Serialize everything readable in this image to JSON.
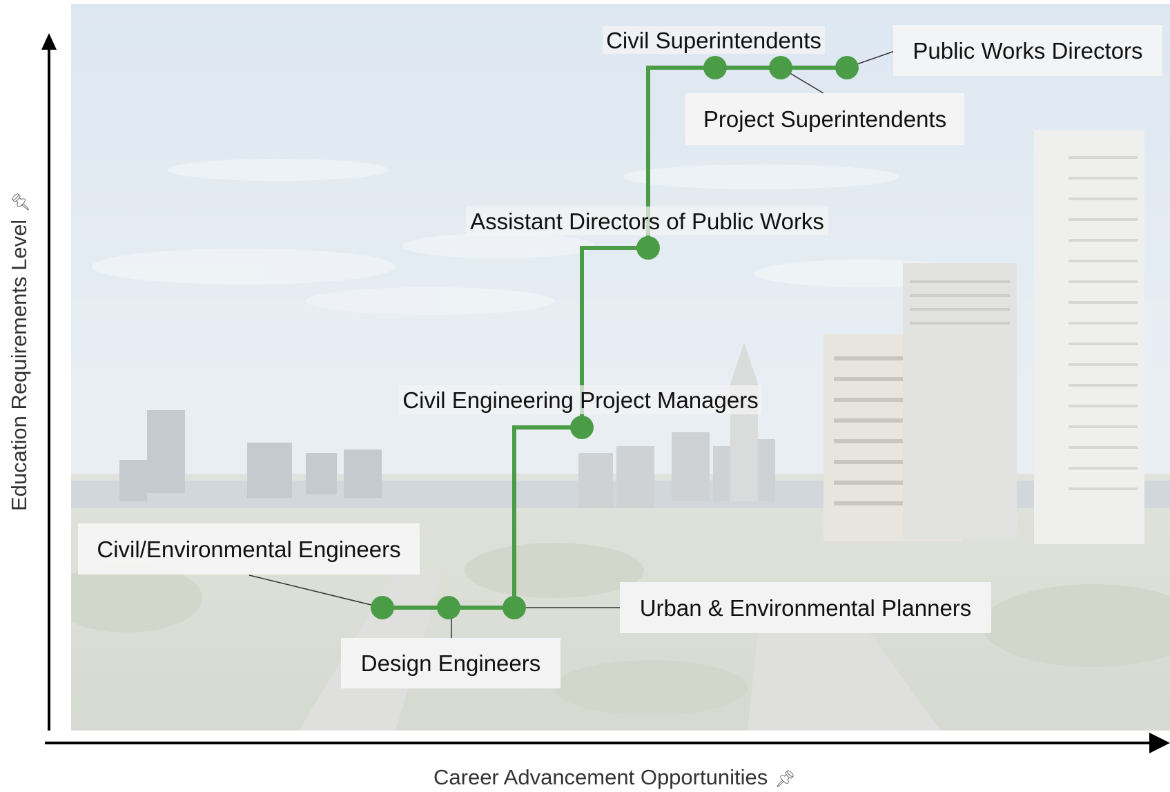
{
  "x_axis": {
    "title": "Career Advancement Opportunities",
    "pin_icon": "pin-icon"
  },
  "y_axis": {
    "title": "Education Requirements Level",
    "pin_icon": "pin-icon"
  },
  "path_color": "#4a9c47",
  "node_color": "#4a9c47",
  "roles": [
    {
      "id": "civil-environmental-engineers",
      "label": "Civil/Environmental Engineers"
    },
    {
      "id": "design-engineers",
      "label": "Design Engineers"
    },
    {
      "id": "urban-environmental-planners",
      "label": "Urban & Environmental Planners"
    },
    {
      "id": "civil-engineering-project-managers",
      "label": "Civil Engineering Project Managers"
    },
    {
      "id": "assistant-directors-public-works",
      "label": "Assistant Directors of Public Works"
    },
    {
      "id": "civil-superintendents",
      "label": "Civil Superintendents"
    },
    {
      "id": "project-superintendents",
      "label": "Project Superintendents"
    },
    {
      "id": "public-works-directors",
      "label": "Public Works Directors"
    }
  ],
  "background": {
    "description_icon": "city-skyline-photo"
  }
}
